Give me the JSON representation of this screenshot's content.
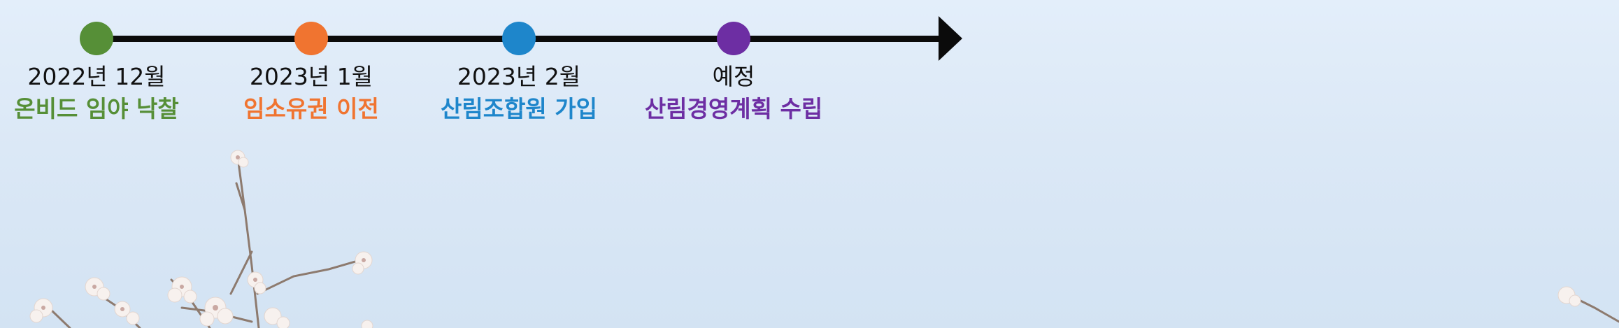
{
  "timeline": {
    "events": [
      {
        "date": "2022년 12월",
        "label": "온비드 임야 낙찰",
        "color": "#568f37"
      },
      {
        "date": "2023년 1월",
        "label": "임소유권 이전",
        "color": "#f07430"
      },
      {
        "date": "2023년 2월",
        "label": "산림조합원 가입",
        "color": "#1e86cb"
      },
      {
        "date": "예정",
        "label": "산림경영계획 수립",
        "color": "#6d2ea3"
      }
    ]
  },
  "colors": {
    "axis": "#0b0b0b",
    "sky": "#dbe8f6"
  },
  "icons": {
    "arrow": "arrow-right-icon",
    "blossom": "cherry-blossom-icon"
  }
}
